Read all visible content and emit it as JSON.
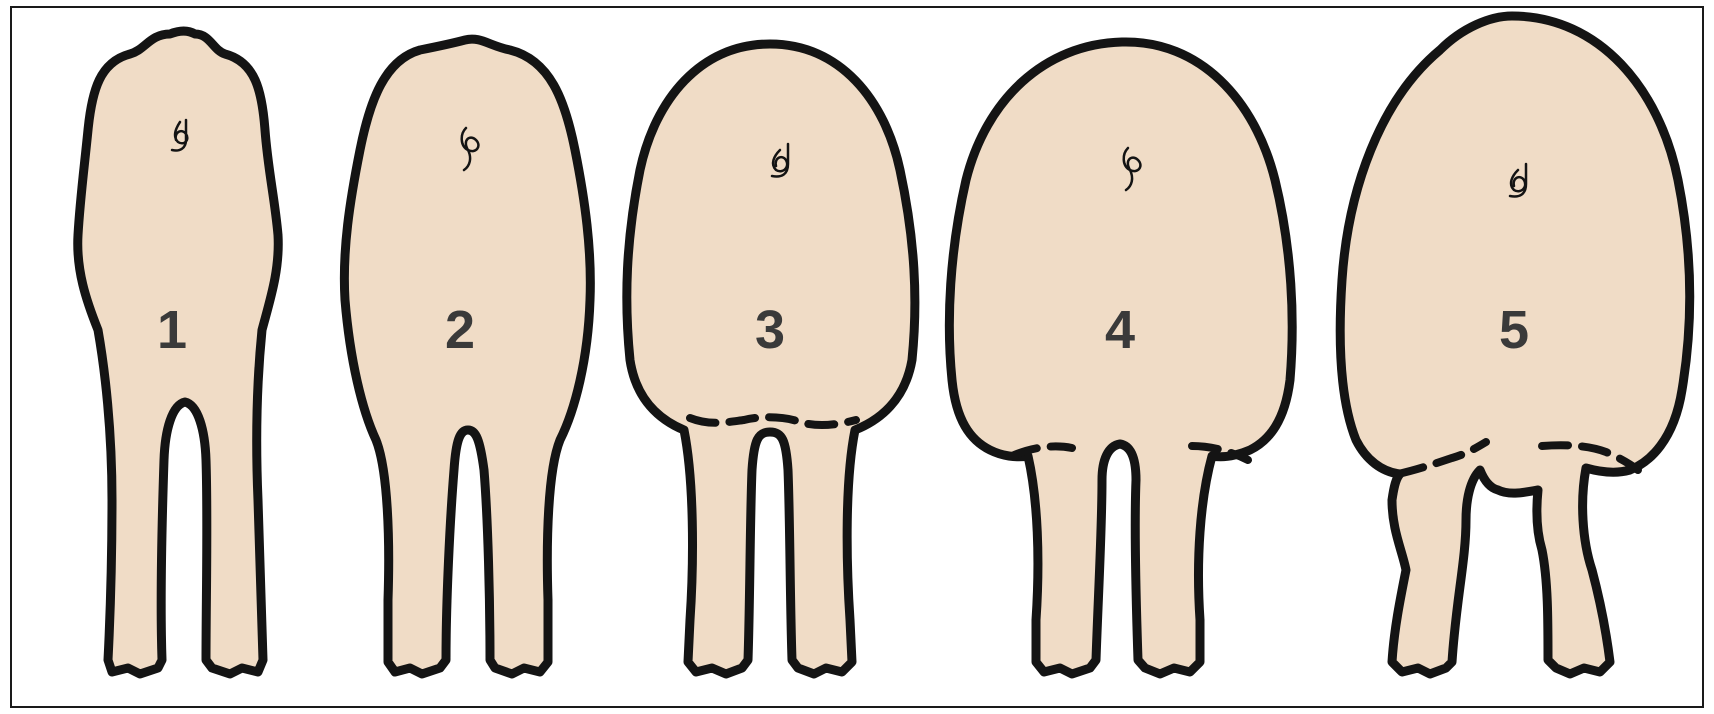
{
  "figure": {
    "border_color": "#1a1a1a",
    "fill_color": "#f0dcc6",
    "outline_color": "#141414",
    "label_color": "#3a3a3a",
    "animals": [
      {
        "label": "1"
      },
      {
        "label": "2"
      },
      {
        "label": "3"
      },
      {
        "label": "4"
      },
      {
        "label": "5"
      }
    ]
  }
}
